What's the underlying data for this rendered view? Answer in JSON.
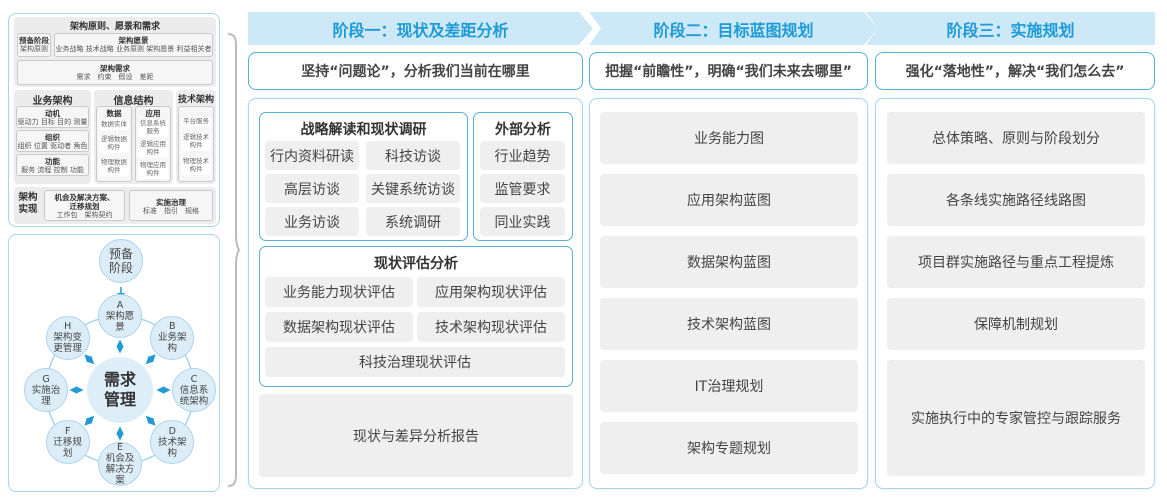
{
  "framework": {
    "title": "架构原则、愿景和需求",
    "prelim": {
      "title": "预备阶段",
      "items": "架构原则"
    },
    "vision": {
      "title": "架构愿景",
      "items": "业务战略 技术战略 业务原则 架构愿景 利益相关者"
    },
    "req": {
      "title": "架构需求",
      "items": "需求　约束　假设　差距"
    },
    "business": {
      "title": "业务架构",
      "groups": [
        {
          "title": "动机",
          "items": "驱动力 目标 目的 测量"
        },
        {
          "title": "组织",
          "items": "组织 位置 驱动者 角色"
        },
        {
          "title": "功能",
          "items": "服务 流程 控制 功能"
        }
      ]
    },
    "info": {
      "title": "信息结构",
      "data": {
        "title": "数据",
        "items": [
          "数据实体",
          "逻辑数据构件",
          "物理数据构件"
        ]
      },
      "app": {
        "title": "应用",
        "items": [
          "信息系统服务",
          "逻辑应用构件",
          "物理应用构件"
        ]
      }
    },
    "tech": {
      "title": "技术架构",
      "items": [
        "平台服务",
        "逻辑技术构件",
        "物理技术构件"
      ]
    },
    "impl": {
      "title": "架构实现",
      "opp": {
        "title": "机会及解决方案、迁移规划",
        "items": "工作包　架构契约"
      },
      "gov": {
        "title": "实施治理",
        "items": "标准　指引　规格"
      }
    }
  },
  "cycle": {
    "center": "需求管理",
    "prelim": "预备阶段",
    "nodes": [
      {
        "letter": "A",
        "label": "架构愿景"
      },
      {
        "letter": "B",
        "label": "业务架构"
      },
      {
        "letter": "C",
        "label": "信息系统架构"
      },
      {
        "letter": "D",
        "label": "技术架构"
      },
      {
        "letter": "E",
        "label": "机会及解决方案"
      },
      {
        "letter": "F",
        "label": "迁移规划"
      },
      {
        "letter": "G",
        "label": "实施治理"
      },
      {
        "letter": "H",
        "label": "架构变更管理"
      }
    ]
  },
  "stages": [
    {
      "title": "阶段一：现状及差距分析",
      "subtitle": "坚持“问题论”，分析我们当前在哪里",
      "research": {
        "title": "战略解读和现状调研",
        "items": [
          "行内资料研读",
          "科技访谈",
          "高层访谈",
          "关键系统访谈",
          "业务访谈",
          "系统调研"
        ]
      },
      "external": {
        "title": "外部分析",
        "items": [
          "行业趋势",
          "监管要求",
          "同业实践"
        ]
      },
      "assessment": {
        "title": "现状评估分析",
        "items": [
          "业务能力现状评估",
          "应用架构现状评估",
          "数据架构现状评估",
          "技术架构现状评估",
          "科技治理现状评估"
        ]
      },
      "report": "现状与差异分析报告"
    },
    {
      "title": "阶段二：目标蓝图规划",
      "subtitle": "把握“前瞻性”，明确“我们未来去哪里”",
      "items": [
        "业务能力图",
        "应用架构蓝图",
        "数据架构蓝图",
        "技术架构蓝图",
        "IT治理规划",
        "架构专题规划"
      ]
    },
    {
      "title": "阶段三：实施规划",
      "subtitle": "强化“落地性”，解决“我们怎么去”",
      "items": [
        "总体策略、原则与阶段划分",
        "各条线实施路径线路图",
        "项目群实施路径与重点工程提炼",
        "保障机制规划",
        "实施执行中的专家管控与跟踪服务"
      ]
    }
  ],
  "colors": {
    "accent": "#1e9ad6",
    "header_bg": "#cde9f8",
    "border": "#5aaedc",
    "item_bg": "#efefef"
  }
}
